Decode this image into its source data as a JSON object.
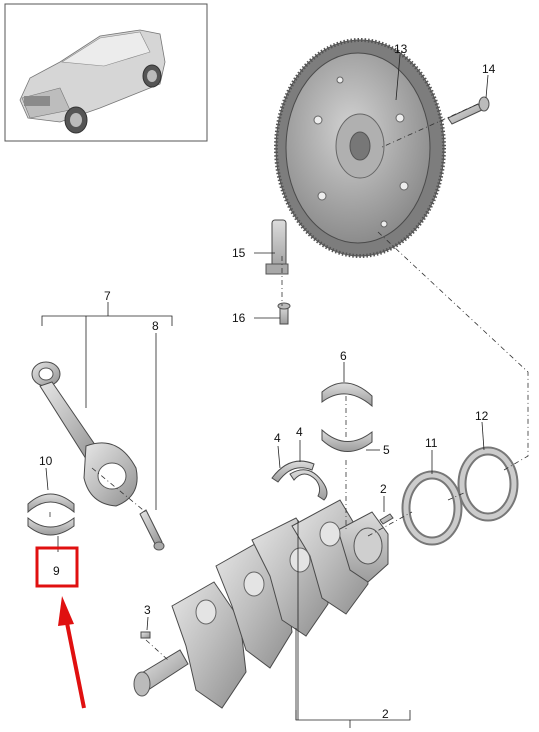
{
  "vehicle_thumbnail": {
    "icon": "suv-car-icon"
  },
  "callouts": {
    "c13": "13",
    "c14": "14",
    "c15": "15",
    "c16": "16",
    "c7": "7",
    "c8": "8",
    "c6": "6",
    "c4a": "4",
    "c4b": "4",
    "c5": "5",
    "c11": "11",
    "c12": "12",
    "c10": "10",
    "c9": "9",
    "c2a": "2",
    "c3": "3",
    "c2b": "2"
  },
  "highlight": {
    "target_callout": "9",
    "color": "#e01010"
  },
  "colors": {
    "part_fill": "#c9c9c9",
    "part_shade": "#9a9a9a",
    "leader": "#222222"
  }
}
